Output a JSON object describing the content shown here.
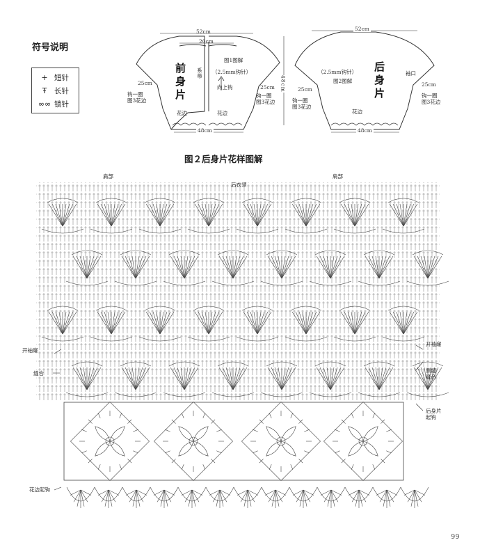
{
  "legend": {
    "title": "符号说明",
    "items": [
      {
        "symbol": "+",
        "label": "短针"
      },
      {
        "symbol": "Ŧ",
        "label": "长针"
      },
      {
        "symbol": "∞∞",
        "label": "锁针"
      }
    ]
  },
  "front_piece": {
    "top_width": "52cm",
    "inner_width": "20cm",
    "title": "前身片",
    "tie": "系带",
    "pattern_ref": "图1图解",
    "hook": "（2.5mm钩针）",
    "direction": "向上钩",
    "side_left": "25cm",
    "side_right": "25cm",
    "round_note_left": "钩一圈\n图3花边",
    "round_note_right": "钩一圈\n图3花边",
    "hem_left": "花边",
    "hem_right": "花边",
    "bottom_width": "48cm",
    "height": "48cm"
  },
  "back_piece": {
    "top_width": "52cm",
    "title": "后身片",
    "hook": "（2.5mm钩针）",
    "pattern_ref": "图2图解",
    "armhole": "袖口",
    "side_left": "25cm",
    "side_right": "25cm",
    "round_note_left": "钩一圈\n图3花边",
    "round_note_right": "钩一圈\n图3花边",
    "hem": "花边",
    "bottom_width": "48cm"
  },
  "chart": {
    "title": "图２后身片花样图解",
    "shoulder_left": "肩部",
    "shoulder_right": "肩部",
    "neckline": "后衣领",
    "sleeve_open_left": "开袖窿",
    "sleeve_open_right": "开袖窿",
    "seam_left": "缝合",
    "side_seam_right": "侧缝\n缝合",
    "back_start": "后身片\n起钩",
    "hem_start": "花边起钩"
  },
  "page_number": "99"
}
